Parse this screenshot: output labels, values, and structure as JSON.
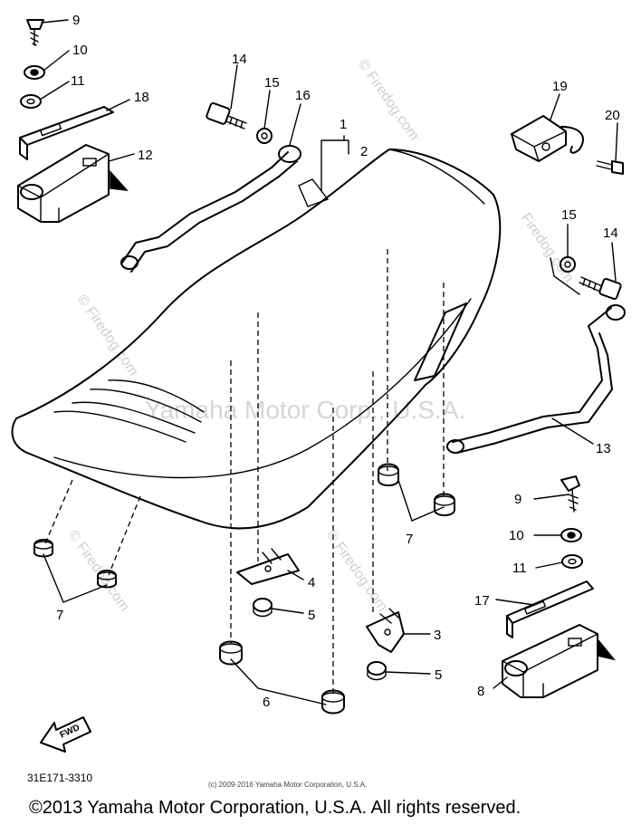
{
  "watermark": {
    "site": "Firedog.com",
    "site_copy": "© Firedog.com",
    "company": "Yamaha Motor Corp., U.S.A."
  },
  "callouts": [
    {
      "id": "c1",
      "label": "1"
    },
    {
      "id": "c2",
      "label": "2"
    },
    {
      "id": "c3",
      "label": "3"
    },
    {
      "id": "c4",
      "label": "4"
    },
    {
      "id": "c5a",
      "label": "5"
    },
    {
      "id": "c5b",
      "label": "5"
    },
    {
      "id": "c6",
      "label": "6"
    },
    {
      "id": "c7a",
      "label": "7"
    },
    {
      "id": "c7b",
      "label": "7"
    },
    {
      "id": "c8",
      "label": "8"
    },
    {
      "id": "c9a",
      "label": "9"
    },
    {
      "id": "c9b",
      "label": "9"
    },
    {
      "id": "c10a",
      "label": "10"
    },
    {
      "id": "c10b",
      "label": "10"
    },
    {
      "id": "c11a",
      "label": "11"
    },
    {
      "id": "c11b",
      "label": "11"
    },
    {
      "id": "c12",
      "label": "12"
    },
    {
      "id": "c13",
      "label": "13"
    },
    {
      "id": "c14a",
      "label": "14"
    },
    {
      "id": "c14b",
      "label": "14"
    },
    {
      "id": "c15a",
      "label": "15"
    },
    {
      "id": "c15b",
      "label": "15"
    },
    {
      "id": "c16",
      "label": "16"
    },
    {
      "id": "c17",
      "label": "17"
    },
    {
      "id": "c18",
      "label": "18"
    },
    {
      "id": "c19",
      "label": "19"
    },
    {
      "id": "c20",
      "label": "20"
    }
  ],
  "fwd_label": "FWD",
  "diagram_code": "31E171-3310",
  "small_copyright": "(c) 2009-2016 Yamaha Motor Corporation, U.S.A.",
  "footer": "©2013 Yamaha Motor Corporation, U.S.A. All rights reserved."
}
